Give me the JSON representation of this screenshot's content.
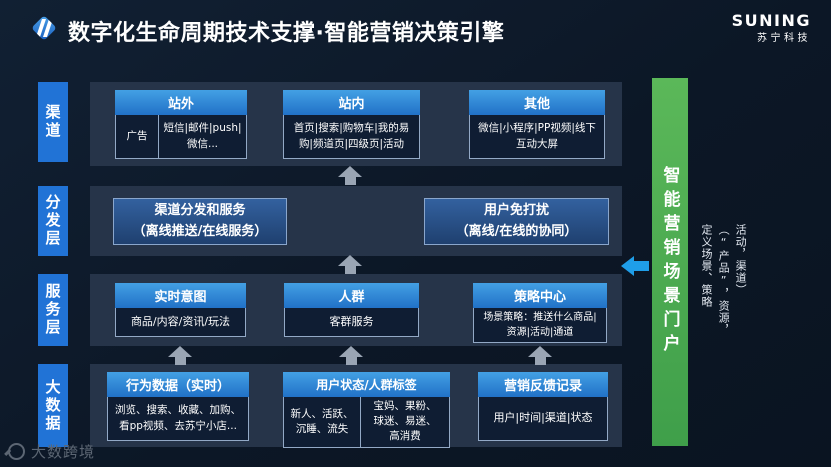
{
  "page": {
    "title": "数字化生命周期技术支撑·智能营销决策引擎",
    "brand": "SUNING",
    "brand_sub": "苏宁科技",
    "watermark": "大数跨境"
  },
  "side_labels": {
    "channel": "渠道",
    "distribution": "分发层",
    "service": "服务层",
    "bigdata": "大数据"
  },
  "channel_row": {
    "offsite": {
      "header": "站外",
      "cell_left": "广告",
      "cell_right": "短信|邮件|push|微信..."
    },
    "onsite": {
      "header": "站内",
      "body": "首页|搜索|购物车|我的易购|频道页|四级页|活动"
    },
    "other": {
      "header": "其他",
      "body": "微信|小程序|PP视频|线下互动大屏"
    }
  },
  "distribution_row": {
    "service_line1": "渠道分发和服务",
    "service_line2": "（离线推送/在线服务）",
    "dnd_line1": "用户免打扰",
    "dnd_line2": "（离线/在线的协同）"
  },
  "service_row": {
    "intent": {
      "header": "实时意图",
      "body": "商品/内容/资讯/玩法"
    },
    "crowd": {
      "header": "人群",
      "body": "客群服务"
    },
    "strategy": {
      "header": "策略中心",
      "body": "场景策略：推送什么商品|资源|活动|通道"
    }
  },
  "bigdata_row": {
    "behavior": {
      "header": "行为数据（实时）",
      "body": "浏览、搜索、收藏、加购、看pp视频、去苏宁小店..."
    },
    "user_labels": {
      "header": "用户状态/人群标签",
      "cell_left": "新人、活跃、沉睡、流失",
      "cell_right": "宝妈、果粉、球迷、易迷、高消费"
    },
    "feedback": {
      "header": "营销反馈记录",
      "body": "用户|时间|渠道|状态"
    }
  },
  "portal": {
    "label": "智能营销场景门户",
    "note": "定义场景、策略（“产品”，资源，活动，渠道）"
  },
  "colors": {
    "background": "#0c1726",
    "panel": "#263449",
    "label_blue": "#2173d6",
    "header_blue": "#2a7fd0",
    "portal_green": "#52b153",
    "arrow_gray": "#9aa5b4",
    "arrow_blue": "#1f9ee8"
  }
}
